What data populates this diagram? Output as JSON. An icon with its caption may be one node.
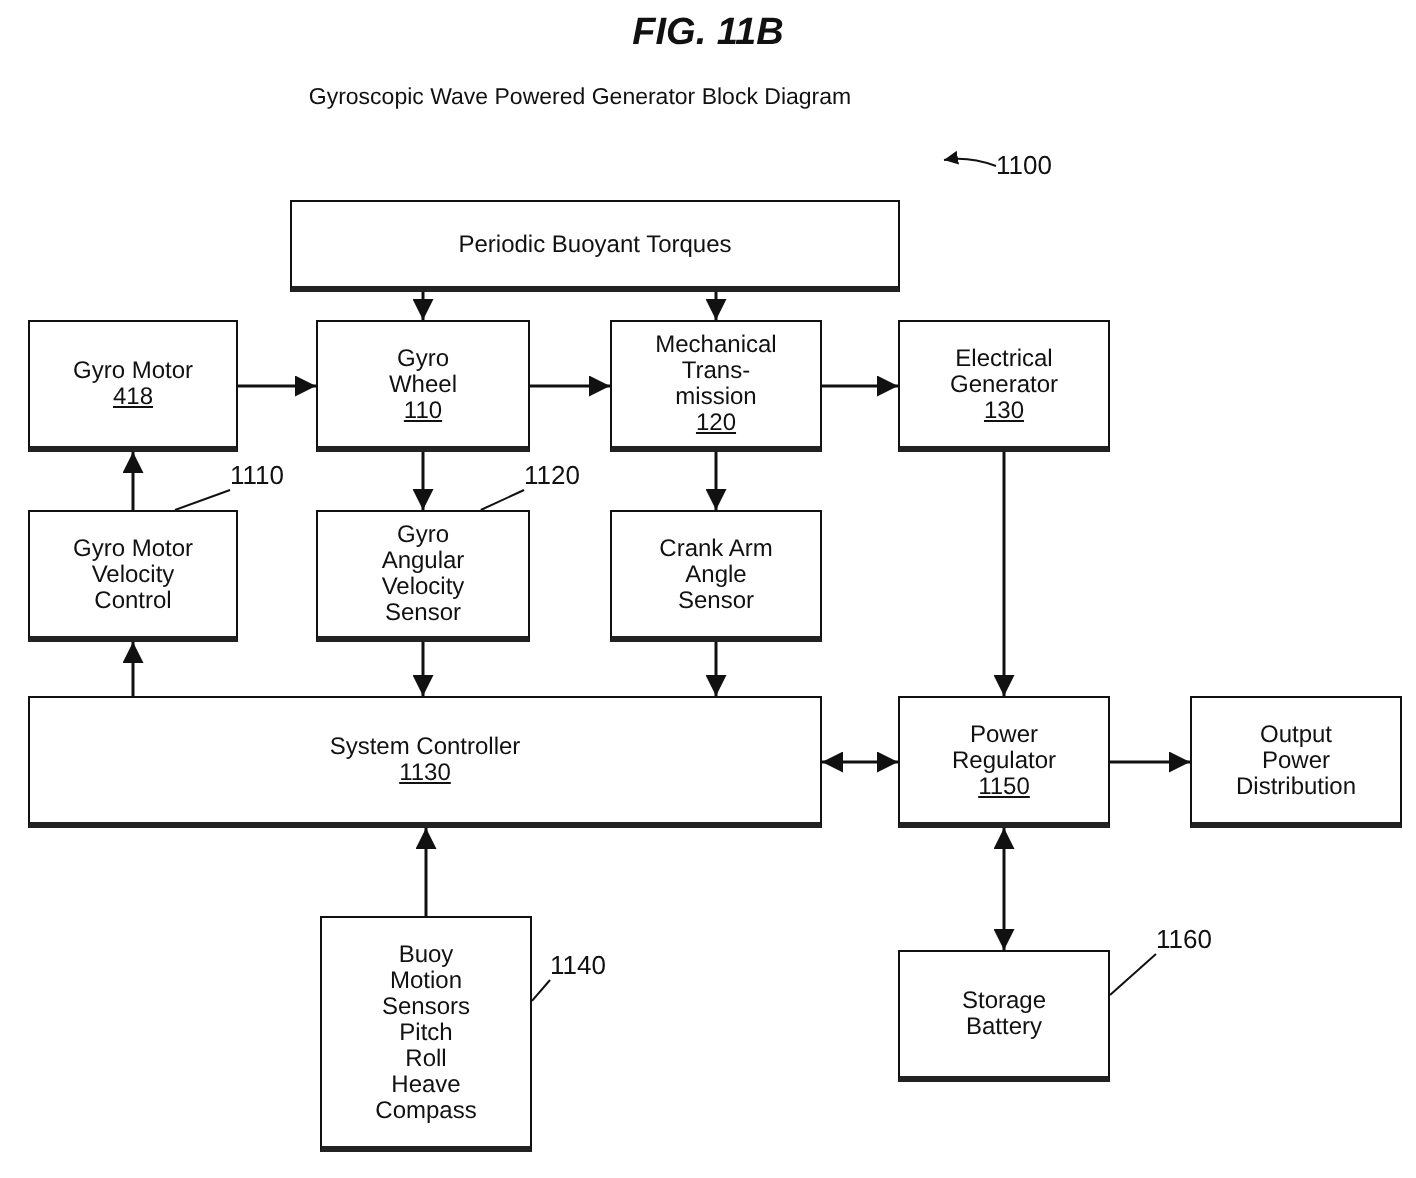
{
  "diagram": {
    "title": "FIG. 11B",
    "nodes": [
      {
        "text": [
          "Periodic Buoyant Torques"
        ]
      },
      {
        "text": [
          "Gyro Motor",
          "418"
        ]
      },
      {
        "text": [
          "Gyro Wheel",
          "110"
        ]
      },
      {
        "text": [
          "Mechanical Trans- mission",
          "120"
        ]
      },
      {
        "text": [
          "Electrical Generator",
          "130"
        ]
      },
      {
        "text": [
          "Gyro Motor Velocity Control"
        ]
      },
      {
        "text": [
          "Gyro Angular Velocity Sensor"
        ]
      },
      {
        "text": [
          "Crank Arm Angle Sensor"
        ]
      },
      {
        "text": [
          "System Controller",
          "1130"
        ]
      },
      {
        "text": [
          "Power Regulator",
          "1150"
        ]
      },
      {
        "text": [
          "Output Power Distribution"
        ]
      },
      {
        "text": [
          "Buoy Motion Sensors Pitch Roll Heave Compass"
        ]
      },
      {
        "text": [
          "Storage Battery"
        ]
      },
      {
        "text": [
          "1110"
        ]
      },
      {
        "text": [
          "1120"
        ]
      },
      {
        "text": [
          "1140"
        ]
      },
      {
        "text": [
          "1160"
        ]
      },
      {
        "text": [
          "1100"
        ]
      }
    ],
    "edges": [
      {
        "from": 0,
        "to": 2,
        "arrow": "to"
      },
      {
        "from": 0,
        "to": 3,
        "arrow": "to"
      },
      {
        "from": 1,
        "to": 2,
        "arrow": "to"
      },
      {
        "from": 2,
        "to": 3,
        "arrow": "to"
      },
      {
        "from": 3,
        "to": 4,
        "arrow": "to"
      },
      {
        "from": 2,
        "to": 6,
        "arrow": "to"
      },
      {
        "from": 3,
        "to": 7,
        "arrow": "to"
      },
      {
        "from": 5,
        "to": 1,
        "arrow": "to"
      },
      {
        "from": 8,
        "to": 5,
        "arrow": "to"
      },
      {
        "from": 6,
        "to": 8,
        "arrow": "to"
      },
      {
        "from": 7,
        "to": 8,
        "arrow": "to"
      },
      {
        "from": 4,
        "to": 9,
        "arrow": "to"
      },
      {
        "from": 8,
        "to": 9,
        "arrow": "both"
      },
      {
        "from": 9,
        "to": 10,
        "arrow": "to"
      },
      {
        "from": 9,
        "to": 12,
        "arrow": "both"
      },
      {
        "from": 11,
        "to": 8,
        "arrow": "to"
      },
      {
        "from": 13,
        "to": 5,
        "arrow": "none"
      },
      {
        "from": 14,
        "to": 6,
        "arrow": "none"
      },
      {
        "from": 15,
        "to": 11,
        "arrow": "none"
      },
      {
        "from": 16,
        "to": 12,
        "arrow": "none"
      },
      {
        "from": 17,
        "to": null,
        "arrow": "to"
      }
    ],
    "labels": [
      "Gyroscopic Wave Powered Generator Block Diagram"
    ]
  }
}
